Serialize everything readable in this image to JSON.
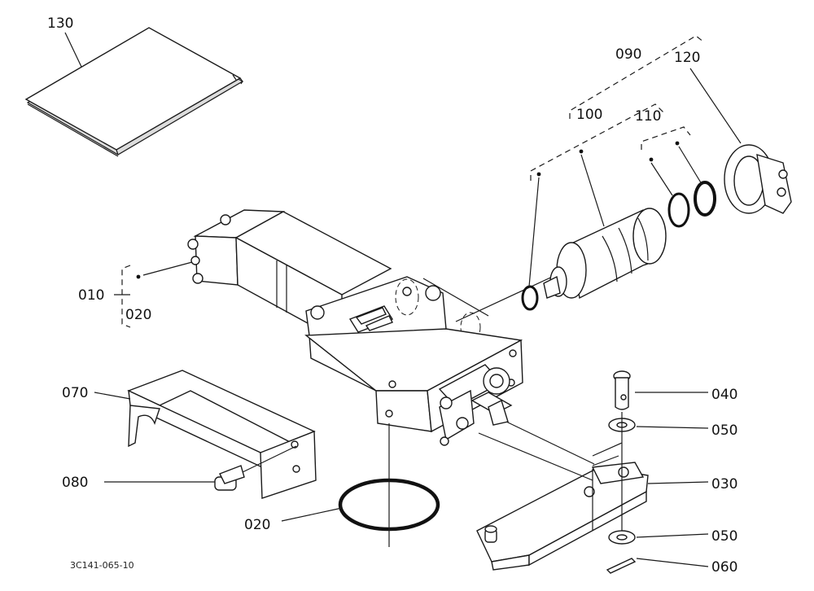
{
  "labels": {
    "p130": "130",
    "p090": "090",
    "p120": "120",
    "p100": "100",
    "p110": "110",
    "p010": "010",
    "p020_upper": "020",
    "p070": "070",
    "p080": "080",
    "p020_lower": "020",
    "p040": "040",
    "p050_upper": "050",
    "p030": "030",
    "p050_lower": "050",
    "p060": "060"
  },
  "reference_code": "3C141-065-10"
}
